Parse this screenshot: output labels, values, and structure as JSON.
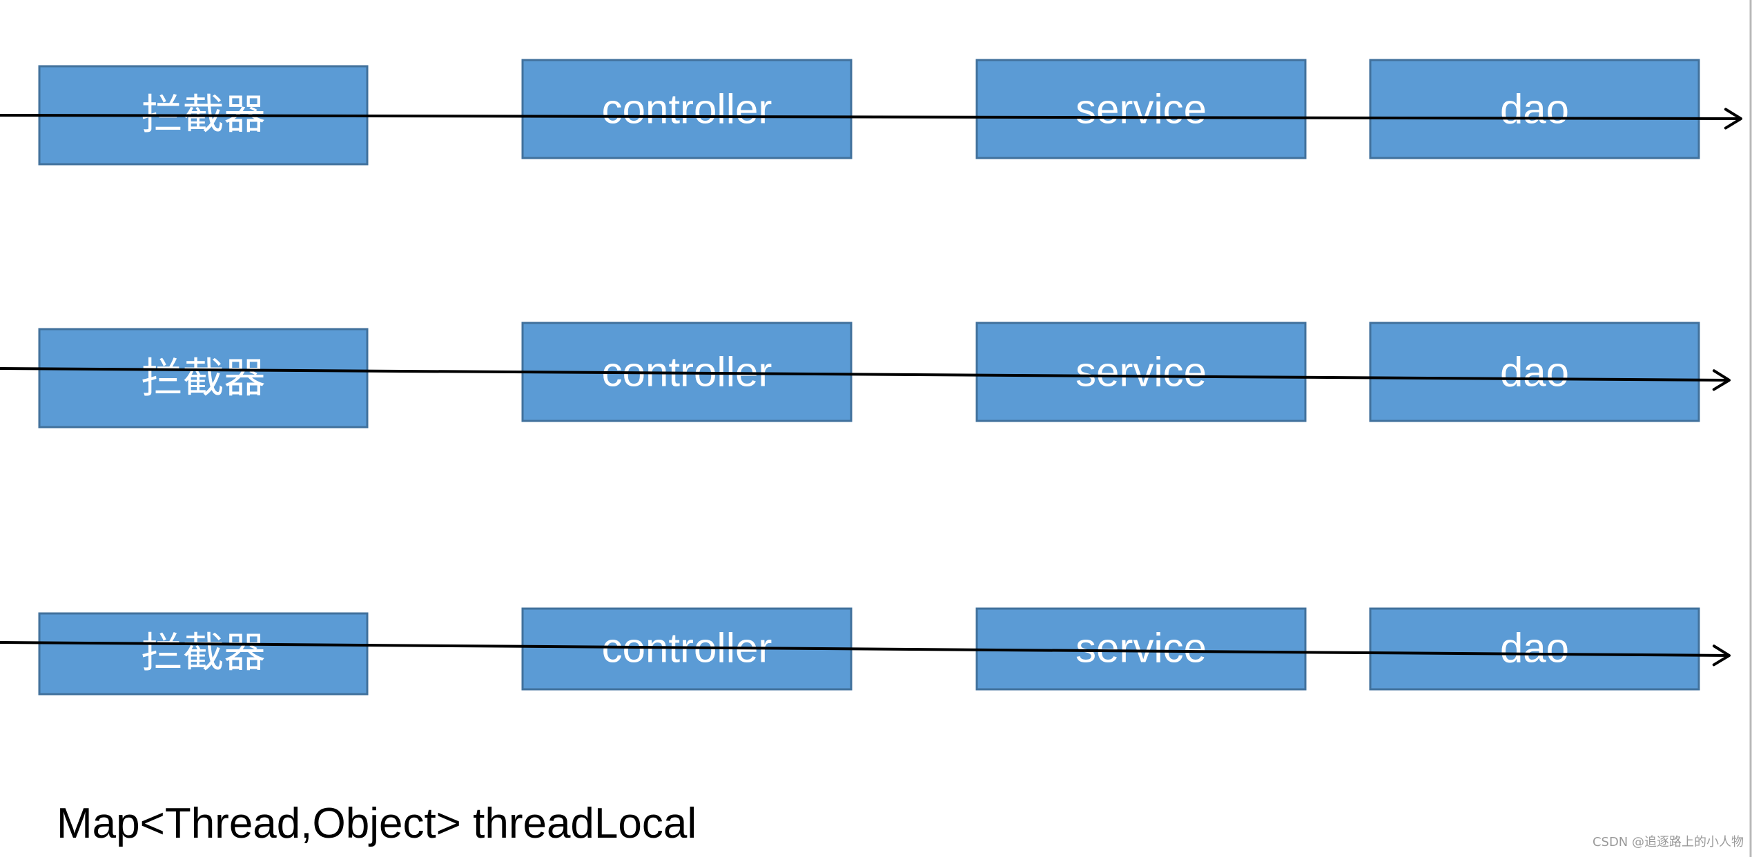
{
  "diagram": {
    "rows": [
      {
        "boxes": [
          {
            "label": "拦截器"
          },
          {
            "label": "controller"
          },
          {
            "label": "service"
          },
          {
            "label": "dao"
          }
        ]
      },
      {
        "boxes": [
          {
            "label": "拦截器"
          },
          {
            "label": "controller"
          },
          {
            "label": "service"
          },
          {
            "label": "dao"
          }
        ]
      },
      {
        "boxes": [
          {
            "label": "拦截器"
          },
          {
            "label": "controller"
          },
          {
            "label": "service"
          },
          {
            "label": "dao"
          }
        ]
      }
    ],
    "caption": "Map<Thread,Object> threadLocal",
    "watermark": "CSDN @追逐路上的小人物",
    "colors": {
      "box_fill": "#5b9bd5",
      "box_border": "#41719c",
      "box_text": "#ffffff",
      "arrow": "#000000"
    }
  }
}
